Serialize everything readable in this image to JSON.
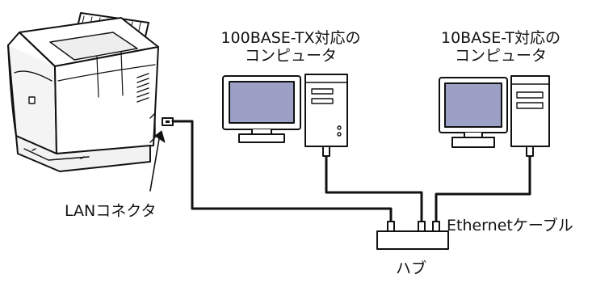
{
  "labels": {
    "computer_tx_line1": "100BASE-TX対応の",
    "computer_tx_line2": "コンピュータ",
    "computer_t_line1": "10BASE-T対応の",
    "computer_t_line2": "コンピュータ",
    "lan_connector": "LANコネクタ",
    "ethernet_cable": "Ethernetケーブル",
    "hub": "ハブ"
  },
  "colors": {
    "monitor_screen": "#9ba0c4",
    "outline": "#111111",
    "device_fill": "#ffffff",
    "shade": "#dcdcdc"
  }
}
